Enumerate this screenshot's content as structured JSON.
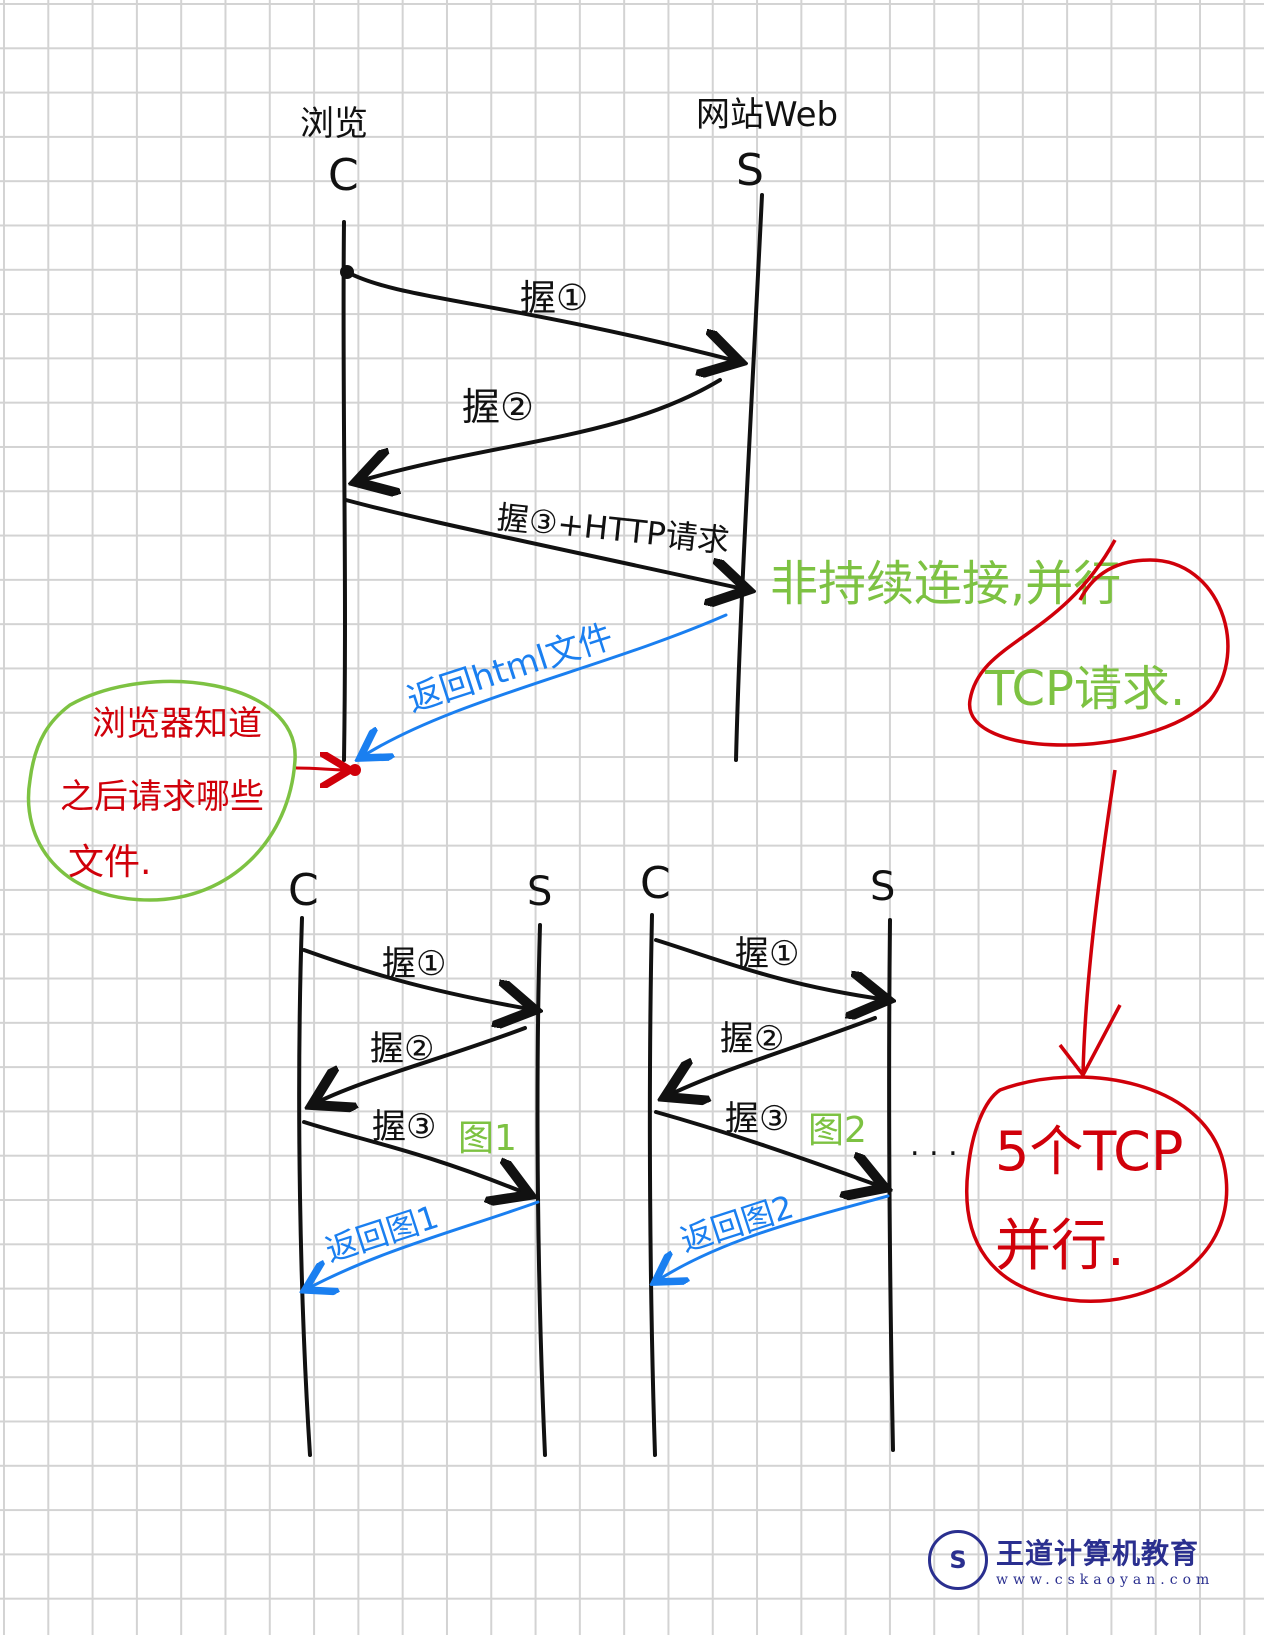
{
  "main_diagram": {
    "client_caption": "浏览",
    "client_label": "C",
    "server_caption": "网站Web",
    "server_label": "S",
    "msg1": "握①",
    "msg2": "握②",
    "msg3": "握③+HTTP请求",
    "return_msg": "返回html文件"
  },
  "annotations": {
    "nonpersistent_line1": "非持续连接,并行",
    "nonpersistent_line2": "TCP请求.",
    "browser_note_line1": "浏览器知道",
    "browser_note_line2": "之后请求哪些",
    "browser_note_line3": "文件.",
    "parallel_line1": "5个TCP",
    "parallel_line2": "并行.",
    "ellipsis": ". . ."
  },
  "sub_diagram_1": {
    "client_label": "C",
    "server_label": "S",
    "msg1": "握①",
    "msg2": "握②",
    "msg3": "握③",
    "tag": "图1",
    "return_msg": "返回图1"
  },
  "sub_diagram_2": {
    "client_label": "C",
    "server_label": "S",
    "msg1": "握①",
    "msg2": "握②",
    "msg3": "握③",
    "tag": "图2",
    "return_msg": "返回图2"
  },
  "logo": {
    "seal_text": "S",
    "name": "王道计算机教育",
    "url": "www.cskaoyan.com"
  },
  "colors": {
    "ink": "#111111",
    "green": "#7dc242",
    "red": "#d0000a",
    "blue": "#1a7ff0"
  }
}
